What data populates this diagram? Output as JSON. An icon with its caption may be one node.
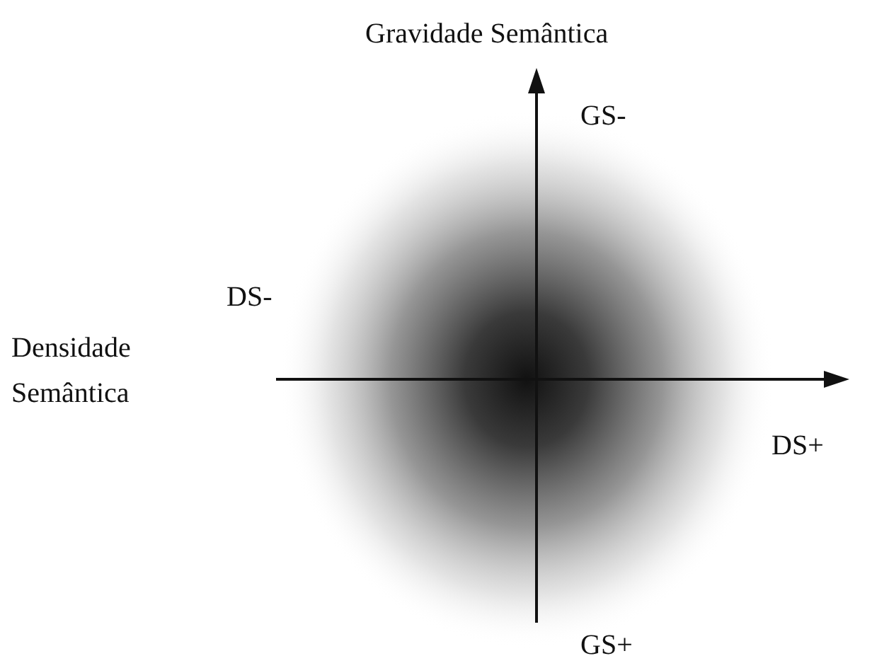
{
  "diagram": {
    "labels": [
      "Gravidade Semântica",
      "GS-",
      "DS-",
      "Densidade Semântica",
      "DS+",
      "GS+"
    ]
  }
}
